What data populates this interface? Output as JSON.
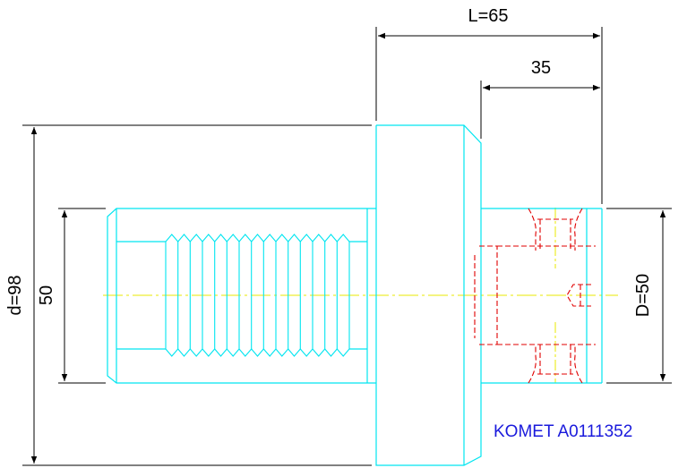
{
  "dimensions": {
    "length_label": "L=65",
    "partial_length_label": "35",
    "flange_diameter_label": "d=98",
    "shank_diameter_label": "50",
    "bore_diameter_label": "D=50"
  },
  "brand_text": "KOMET A0111352",
  "colors": {
    "outline": "#00e5f0",
    "hidden_lines": "#e00000",
    "centerline": "#e8e800",
    "dimension": "#000000",
    "brand": "#1a1adc"
  }
}
